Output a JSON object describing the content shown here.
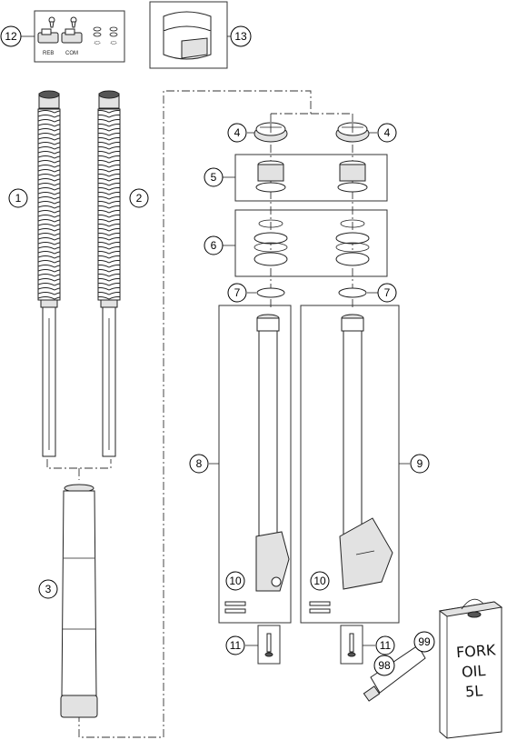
{
  "callouts": {
    "c1": "1",
    "c2": "2",
    "c3": "3",
    "c4a": "4",
    "c4b": "4",
    "c5": "5",
    "c6": "6",
    "c7a": "7",
    "c7b": "7",
    "c8": "8",
    "c9": "9",
    "c10a": "10",
    "c10b": "10",
    "c11a": "11",
    "c11b": "11",
    "c12": "12",
    "c13": "13",
    "c98": "98",
    "c99": "99"
  },
  "adjusters": {
    "reb": "REB",
    "com": "COM"
  },
  "oil_can": {
    "line1": "FORK",
    "line2": "OIL",
    "line3": "5L"
  }
}
